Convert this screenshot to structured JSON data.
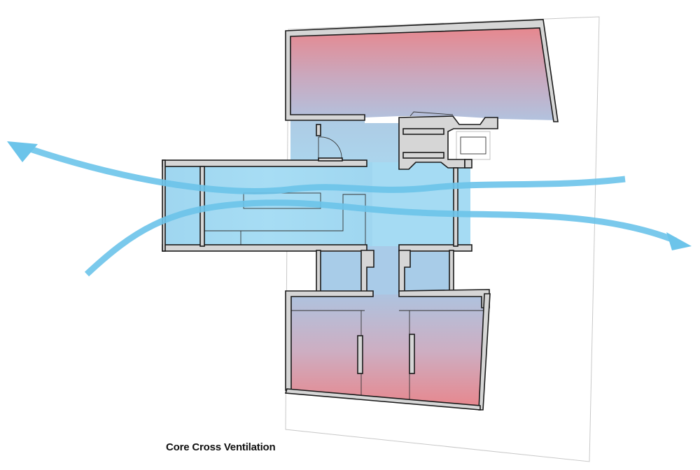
{
  "diagram": {
    "caption": "Core Cross Ventilation",
    "colors": {
      "background": "#ffffff",
      "warm_zone": "#e8868c",
      "cool_zone": "#a8d8f0",
      "airflow": "#6cc4ea",
      "wall_fill": "#d6d6d6",
      "wall_outline": "#1a1a1a",
      "site_line": "#c8c8c8"
    },
    "elements": [
      "site-boundary",
      "north-room",
      "central-circulation-core",
      "east-west-wing",
      "south-rooms",
      "airflow-arrow-west",
      "airflow-arrow-east"
    ]
  }
}
